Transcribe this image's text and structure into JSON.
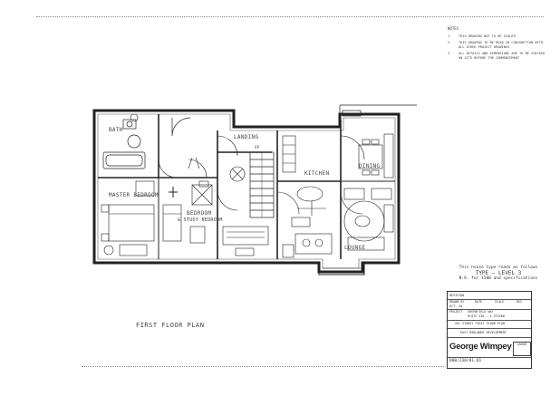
{
  "notes": {
    "heading": "NOTES",
    "items": [
      {
        "num": "1.",
        "text": "THIS DRAWING NOT TO BE SCALED"
      },
      {
        "num": "2.",
        "text": "THIS DRAWING TO BE READ IN CONJUNCTION WITH ALL OTHER PROJECT DRAWINGS"
      },
      {
        "num": "3.",
        "text": "ALL DETAILS AND DIMENSIONS ARE TO BE CHECKED ON SITE BEFORE THE COMMENCEMENT"
      }
    ]
  },
  "rooms": {
    "bathroom": "BATH",
    "landing": "LANDING",
    "kitchen": "KITCHEN",
    "dining": "DINING",
    "master_bedroom": "MASTER BEDROOM",
    "bedroom2_line1": "BEDROOM",
    "bedroom2_line2": "& STUDY BEDROOM",
    "lounge": "LOUNGE",
    "stair_label": "UP"
  },
  "plan_title": "FIRST FLOOR PLAN",
  "figure_note": {
    "line1": "This house type reads as follows",
    "line2": "TYPE — LEVEL 3",
    "line3": "N.A. for 1500 and specifications"
  },
  "title_block": {
    "rev_label": "REVISION",
    "r1": [
      "DRAWN BY",
      "DATE",
      "SCALE",
      "REV"
    ],
    "date_value": "OCT. 20",
    "project_label": "PROJECT",
    "project_value": "GREENFIELD WAY",
    "site_value": "PLOTS 230 — 5 GTSSEW",
    "drawing_value": "SEL STOREY FIRST FLOOR PLAN",
    "brand_line": "EAST MIDLANDS DEVELOPMENT",
    "logo": "George Wimpey",
    "logo2": "LAING",
    "drawing_no": "D00/230/01.01"
  }
}
